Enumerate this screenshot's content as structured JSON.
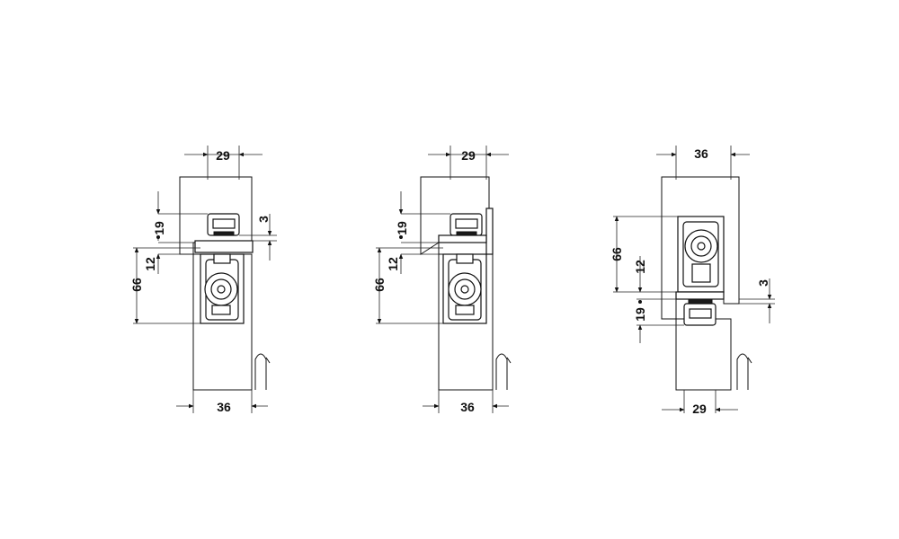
{
  "colors": {
    "line": "#111111",
    "hatch": "#555555",
    "background": "#ffffff"
  },
  "figures": [
    {
      "top_width": "29",
      "bottom_width": "36",
      "d19": "19",
      "d12": "12",
      "d66": "66",
      "d3": "3"
    },
    {
      "top_width": "29",
      "bottom_width": "36",
      "d19": "19",
      "d12": "12",
      "d66": "66"
    },
    {
      "top_width": "36",
      "bottom_width": "29",
      "d66": "66",
      "d12": "12",
      "d19": "19",
      "d3": "3"
    }
  ]
}
